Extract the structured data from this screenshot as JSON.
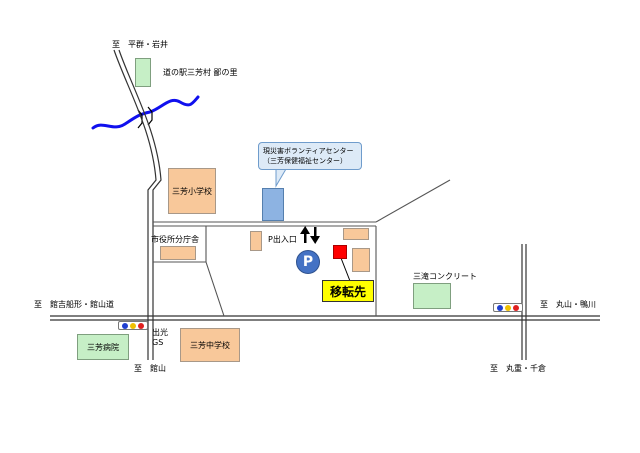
{
  "labels": {
    "north_road": "至　平群・岩井",
    "michi_no_eki": "道の駅三芳村 鄙の里",
    "sanyo_elementary": "三芳小学校",
    "city_branch_office": "市役所分庁舎",
    "parking_entrance": "P出入口",
    "samitaki_concrete": "三滝コンクリート",
    "west_road": "至　館吉船形・館山道",
    "east_road": "至　丸山・鴨川",
    "idemitsu_gs_line1": "出光",
    "idemitsu_gs_line2": "GS",
    "sanyo_hospital": "三芳病院",
    "sanyo_junior_high": "三芳中学校",
    "south_road_tateyama": "至　館山",
    "south_road_maruyama": "至　丸重・千倉",
    "parking_symbol": "P",
    "relocation_site": "移転先"
  },
  "callout": {
    "line1": "現災害ボランティアセンター",
    "line2": "（三芳保健福祉センター）"
  },
  "colors": {
    "river": "#1010ee",
    "road": "#333333",
    "peach_building": "#f8c89a",
    "green_building": "#c6efc6",
    "blue_building": "#8db3e2",
    "relocation_marker": "#ff0000",
    "relocation_label_bg": "#ffff00",
    "parking": "#4472c4"
  }
}
